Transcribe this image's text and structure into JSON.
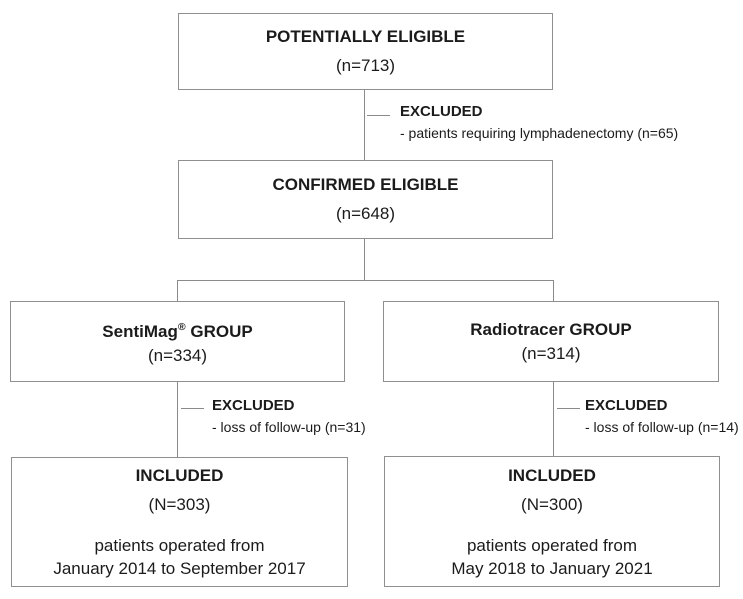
{
  "flow": {
    "potentially_eligible": {
      "title": "POTENTIALLY ELIGIBLE",
      "count": "(n=713)"
    },
    "excluded_top": {
      "label": "EXCLUDED",
      "detail": "- patients requiring lymphadenectomy (n=65)"
    },
    "confirmed_eligible": {
      "title": "CONFIRMED ELIGIBLE",
      "count": "(n=648)"
    },
    "sentimag_group": {
      "title_pre": "SentiMag",
      "title_reg": "®",
      "title_post": " GROUP",
      "count": "(n=334)"
    },
    "radiotracer_group": {
      "title": "Radiotracer GROUP",
      "count": "(n=314)"
    },
    "excluded_left": {
      "label": "EXCLUDED",
      "detail": "- loss of follow-up (n=31)"
    },
    "excluded_right": {
      "label": "EXCLUDED",
      "detail": "- loss of follow-up (n=14)"
    },
    "included_left": {
      "title": "INCLUDED",
      "count": "(N=303)",
      "desc_line1": "patients operated from",
      "desc_line2": "January 2014 to September 2017"
    },
    "included_right": {
      "title": "INCLUDED",
      "count": "(N=300)",
      "desc_line1": "patients operated from",
      "desc_line2": "May 2018 to January 2021"
    }
  },
  "colors": {
    "border": "#8f8f8f",
    "line": "#8a8a8a",
    "text": "#1b1b1b",
    "background": "#ffffff"
  }
}
